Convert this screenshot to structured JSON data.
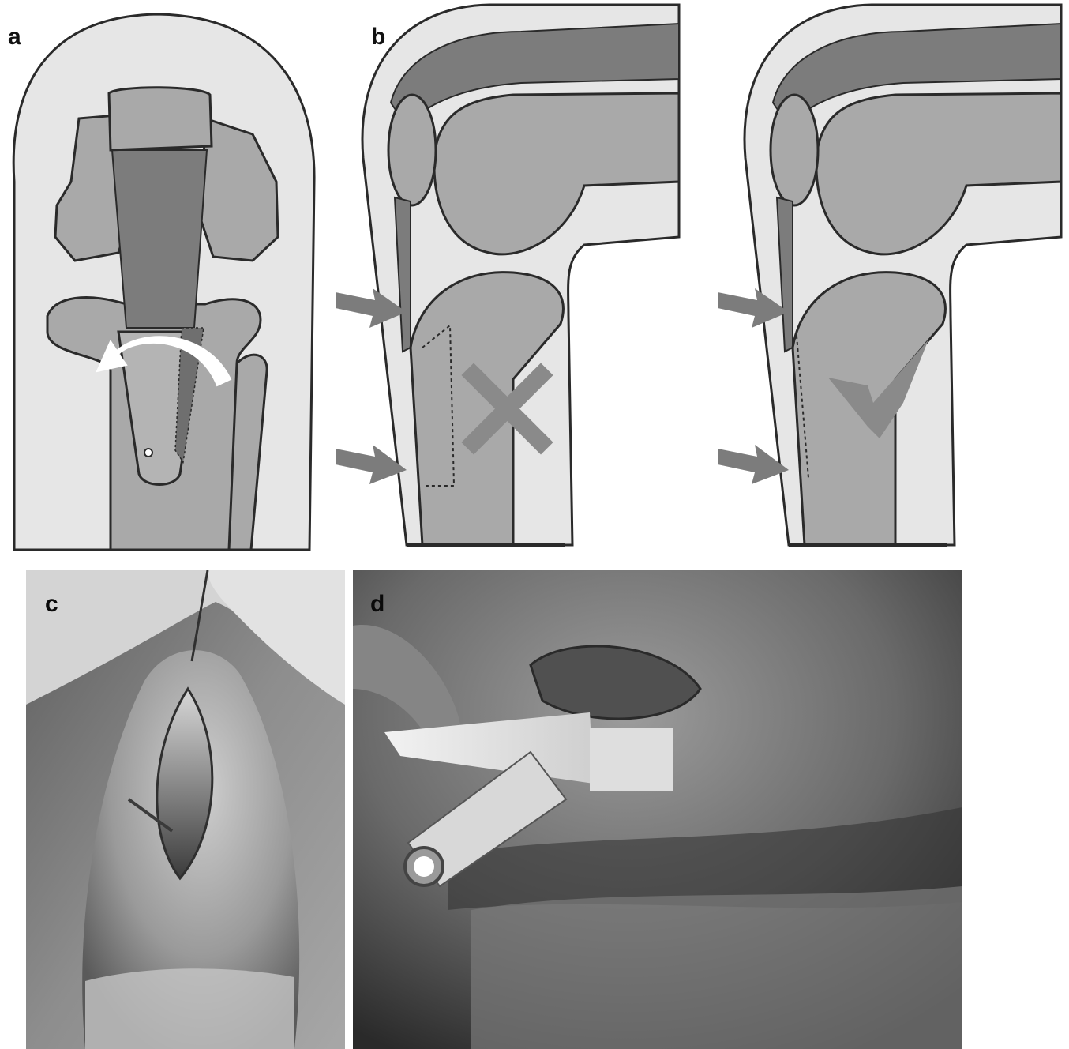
{
  "figure": {
    "panels": [
      {
        "label": "a",
        "content": "knee-front-view-illustration"
      },
      {
        "label": "b",
        "content": "knee-sagittal-illustrations"
      },
      {
        "label": "c",
        "content": "surgical-photo-anterior-incision"
      },
      {
        "label": "d",
        "content": "surgical-photo-saw-cut"
      }
    ],
    "icons": {
      "rotation_arrow": "curved-arrow-icon",
      "incorrect_mark": "cross-mark-icon",
      "correct_mark": "check-mark-icon",
      "pointer": "arrow-right-icon"
    },
    "colors": {
      "skin": "#e6e6e6",
      "bone": "#a9a9a9",
      "tendon_dark": "#7c7c7c",
      "outline": "#2a2a2a",
      "marker": "#8a8a8a",
      "photo_light": "#cfcfcf",
      "photo_dark": "#3a3a3a"
    }
  }
}
